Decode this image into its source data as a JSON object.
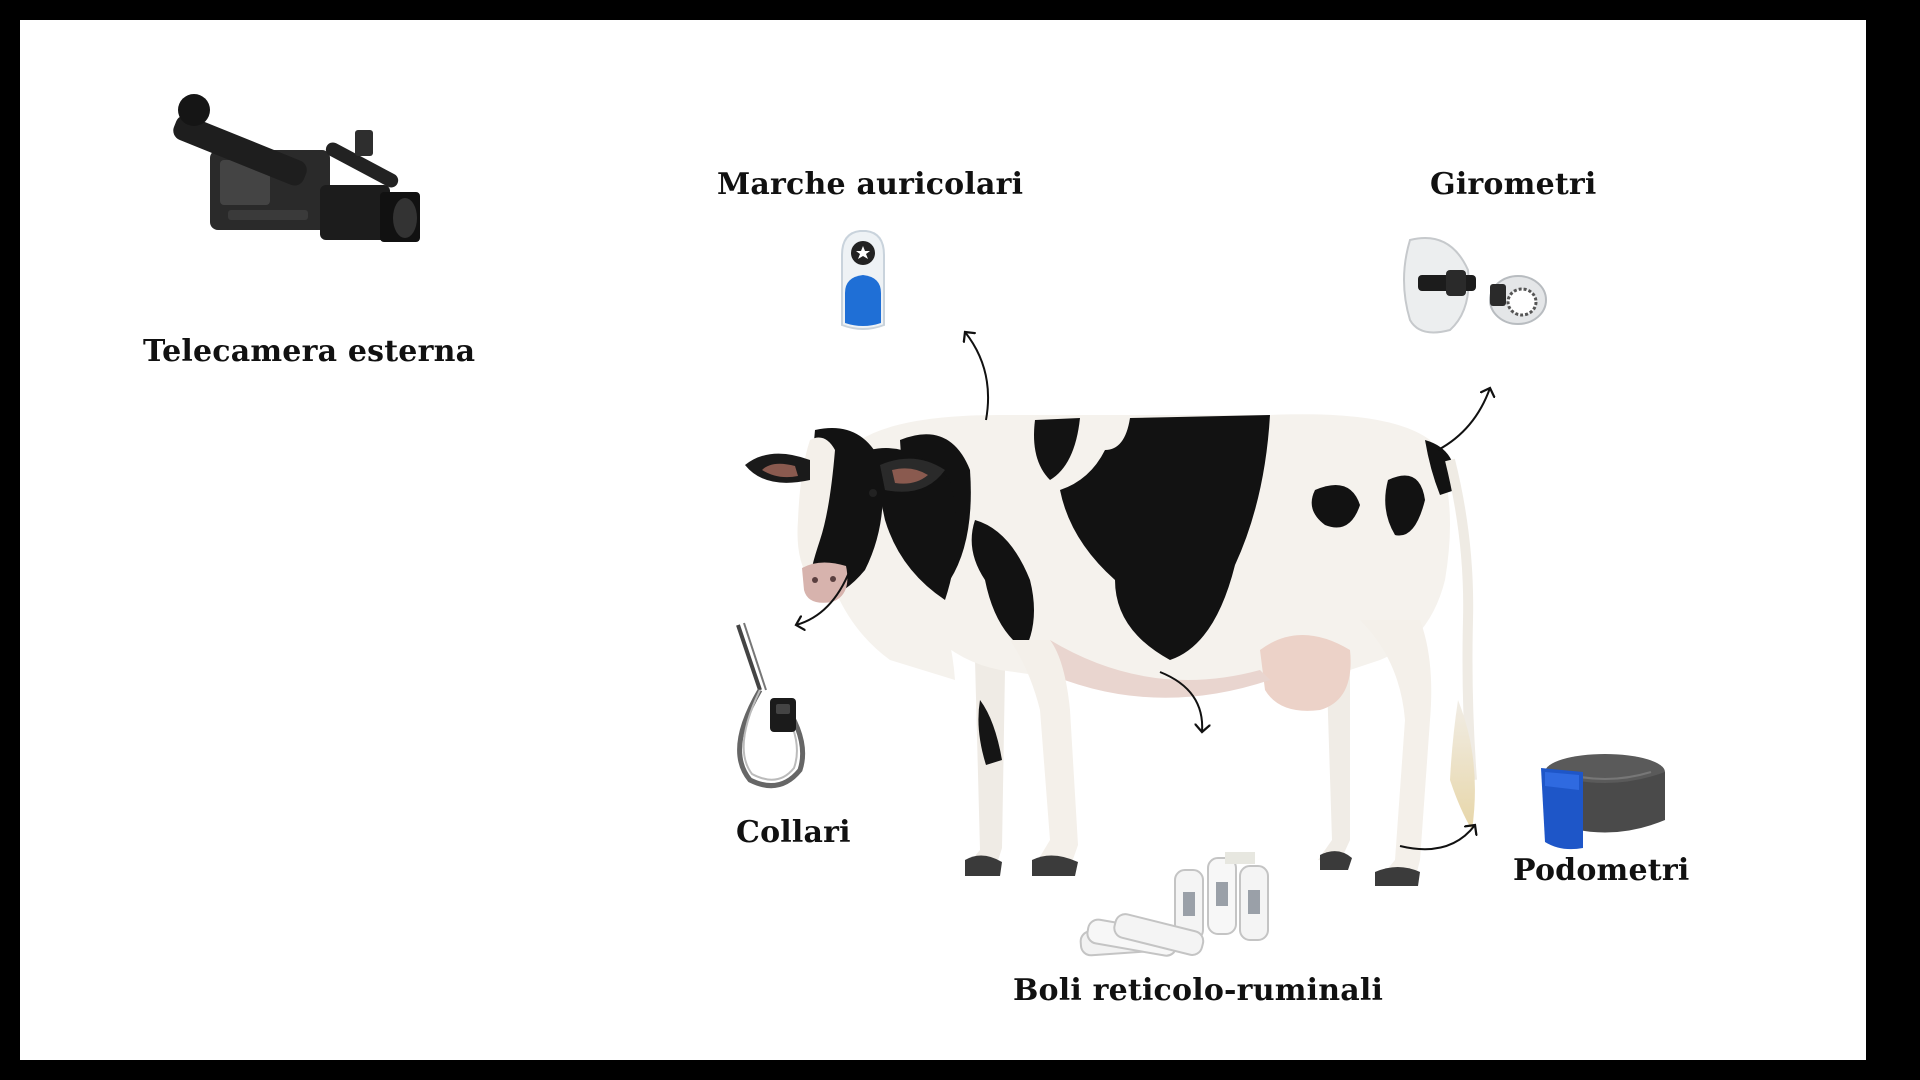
{
  "labels": {
    "camera": "Telecamera esterna",
    "ear_tags": "Marche auricolari",
    "gyrometers": "Girometri",
    "collars": "Collari",
    "boluses": "Boli reticolo-ruminali",
    "pedometers": "Podometri"
  },
  "colors": {
    "frame": "#000000",
    "background": "#ffffff",
    "cow_black": "#111111",
    "cow_white": "#f4f1ec",
    "tag_blue": "#1f6fd6",
    "pedometer_blue": "#1e56c8"
  },
  "icons": [
    "video-camera-icon",
    "ear-tag-icon",
    "gyrometer-icon",
    "collar-icon",
    "bolus-icon",
    "pedometer-icon",
    "cow-illustration"
  ]
}
